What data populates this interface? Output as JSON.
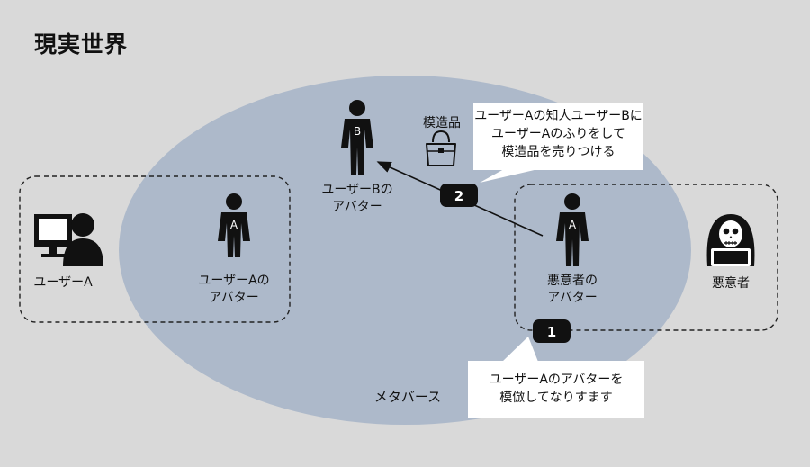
{
  "title": "現実世界",
  "metaverse_label": "メタバース",
  "nodes": {
    "user_a": "ユーザーA",
    "avatar_a": [
      "ユーザーAの",
      "アバター"
    ],
    "avatar_b": [
      "ユーザーBの",
      "アバター"
    ],
    "attacker_avatar": [
      "悪意者の",
      "アバター"
    ],
    "attacker": "悪意者"
  },
  "figure_letters": {
    "avatar_b": "B",
    "avatar_a": "A",
    "attacker_avatar": "A"
  },
  "counterfeit_label": "模造品",
  "callouts": {
    "step2": [
      "ユーザーAの知人ユーザーBに",
      "ユーザーAのふりをして",
      "模造品を売りつける"
    ],
    "step1": [
      "ユーザーAのアバターを",
      "模倣してなりすます"
    ]
  },
  "steps": {
    "one": "1",
    "two": "2"
  },
  "colors": {
    "background": "#d9d9d9",
    "metaverse": "#adb9ca",
    "dark": "#111111"
  },
  "icons": [
    "computer-user-icon",
    "person-icon",
    "handbag-icon",
    "hooded-hacker-laptop-icon"
  ]
}
